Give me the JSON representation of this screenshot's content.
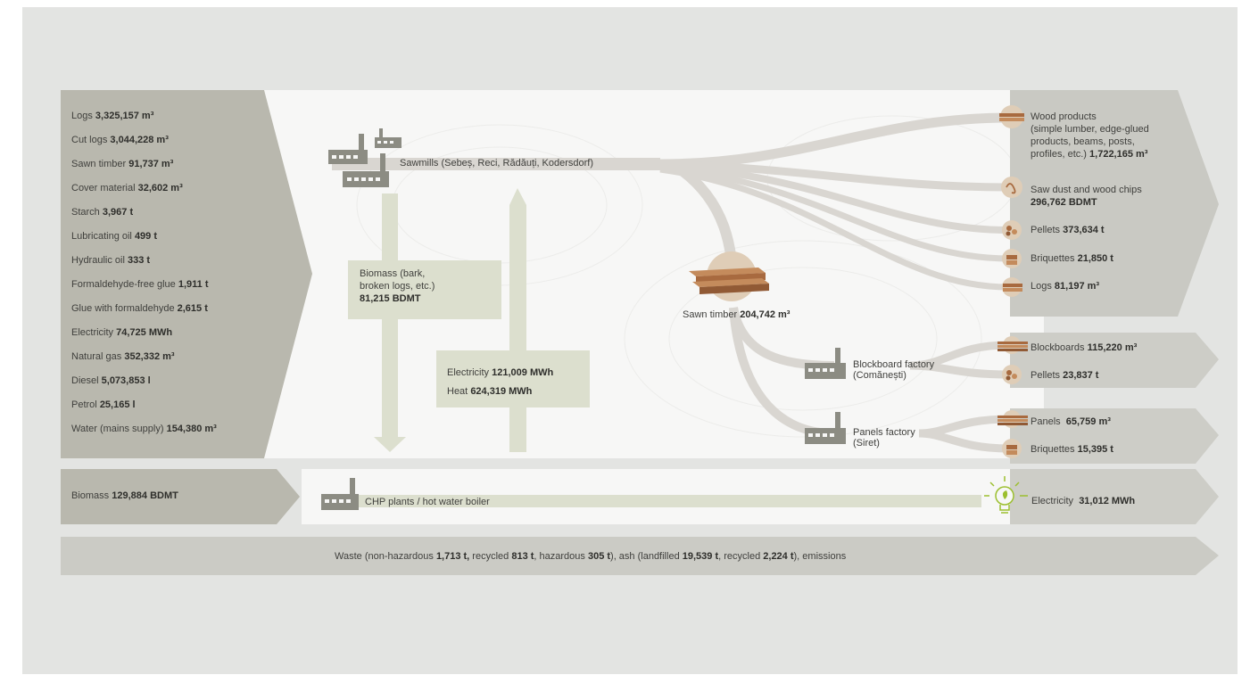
{
  "inputs": [
    {
      "label": "Logs",
      "value": "3,325,157 m³"
    },
    {
      "label": "Cut logs",
      "value": "3,044,228 m³"
    },
    {
      "label": "Sawn timber",
      "value": "91,737 m³"
    },
    {
      "label": "Cover material",
      "value": "32,602 m³"
    },
    {
      "label": "Starch",
      "value": "3,967 t"
    },
    {
      "label": "Lubricating oil",
      "value": "499 t"
    },
    {
      "label": "Hydraulic oil",
      "value": "333 t"
    },
    {
      "label": "Formaldehyde-free glue",
      "value": "1,911 t"
    },
    {
      "label": "Glue with formaldehyde",
      "value": "2,615 t"
    },
    {
      "label": "Electricity",
      "value": "74,725 MWh"
    },
    {
      "label": "Natural gas",
      "value": "352,332 m³"
    },
    {
      "label": "Diesel",
      "value": "5,073,853 l"
    },
    {
      "label": "Petrol",
      "value": "25,165 l"
    },
    {
      "label": "Water (mains supply)",
      "value": "154,380 m³"
    }
  ],
  "sawmills": {
    "label": "Sawmills (Sebeș, Reci, Rădăuți, Kodersdorf)"
  },
  "biomass_internal": {
    "line1": "Biomass (bark,",
    "line2": "broken logs, etc.)",
    "value": "81,215 BDMT"
  },
  "energy_internal": {
    "electricity_label": "Electricity",
    "electricity_value": "121,009 MWh",
    "heat_label": "Heat",
    "heat_value": "624,319 MWh"
  },
  "sawn_timber": {
    "label": "Sawn timber",
    "value": "204,742 m³"
  },
  "outputs": {
    "wood_products": {
      "line1": "Wood products",
      "line2": "(simple lumber, edge-glued",
      "line3": "products, beams, posts,",
      "line4": "profiles, etc.)",
      "value": "1,722,165 m³"
    },
    "saw_dust": {
      "label": "Saw dust and wood chips",
      "value": "296,762 BDMT"
    },
    "pellets": {
      "label": "Pellets",
      "value": "373,634 t"
    },
    "briquettes": {
      "label": "Briquettes",
      "value": "21,850 t"
    },
    "logs": {
      "label": "Logs",
      "value": "81,197 m³"
    }
  },
  "blockboard_factory": {
    "line1": "Blockboard factory",
    "line2": "(Comănești)"
  },
  "blockboard_outputs": {
    "blockboards": {
      "label": "Blockboards",
      "value": "115,220 m³"
    },
    "pellets": {
      "label": "Pellets",
      "value": "23,837 t"
    }
  },
  "panels_factory": {
    "line1": "Panels factory",
    "line2": "(Siret)"
  },
  "panels_outputs": {
    "panels": {
      "label": "Panels",
      "value": "65,759 m³"
    },
    "briquettes": {
      "label": "Briquettes",
      "value": "15,395 t"
    }
  },
  "biomass_input": {
    "label": "Biomass",
    "value": "129,884 BDMT"
  },
  "chp": {
    "label": "CHP plants / hot water boiler"
  },
  "electricity_output": {
    "label": "Electricity",
    "value": "31,012 MWh"
  },
  "waste": {
    "p1": "Waste (non-hazardous ",
    "v1": "1,713 t,",
    "p2": " recycled ",
    "v2": "813 t",
    "p3": ", hazardous ",
    "v3": "305 t",
    "p4": "), ash (landfilled ",
    "v4": "19,539 t",
    "p5": ", recycled ",
    "v5": "2,224 t",
    "p6": "), emissions"
  },
  "colors": {
    "background": "#e3e4e2",
    "input_band": "#b9b8ae",
    "output_band": "#c9c9c3",
    "flow": "#d9d6d1",
    "green_band": "#dcdfce",
    "factory_icon": "#8c8c83",
    "wood": "#a86a3f",
    "bulb": "#9cbf2f"
  }
}
